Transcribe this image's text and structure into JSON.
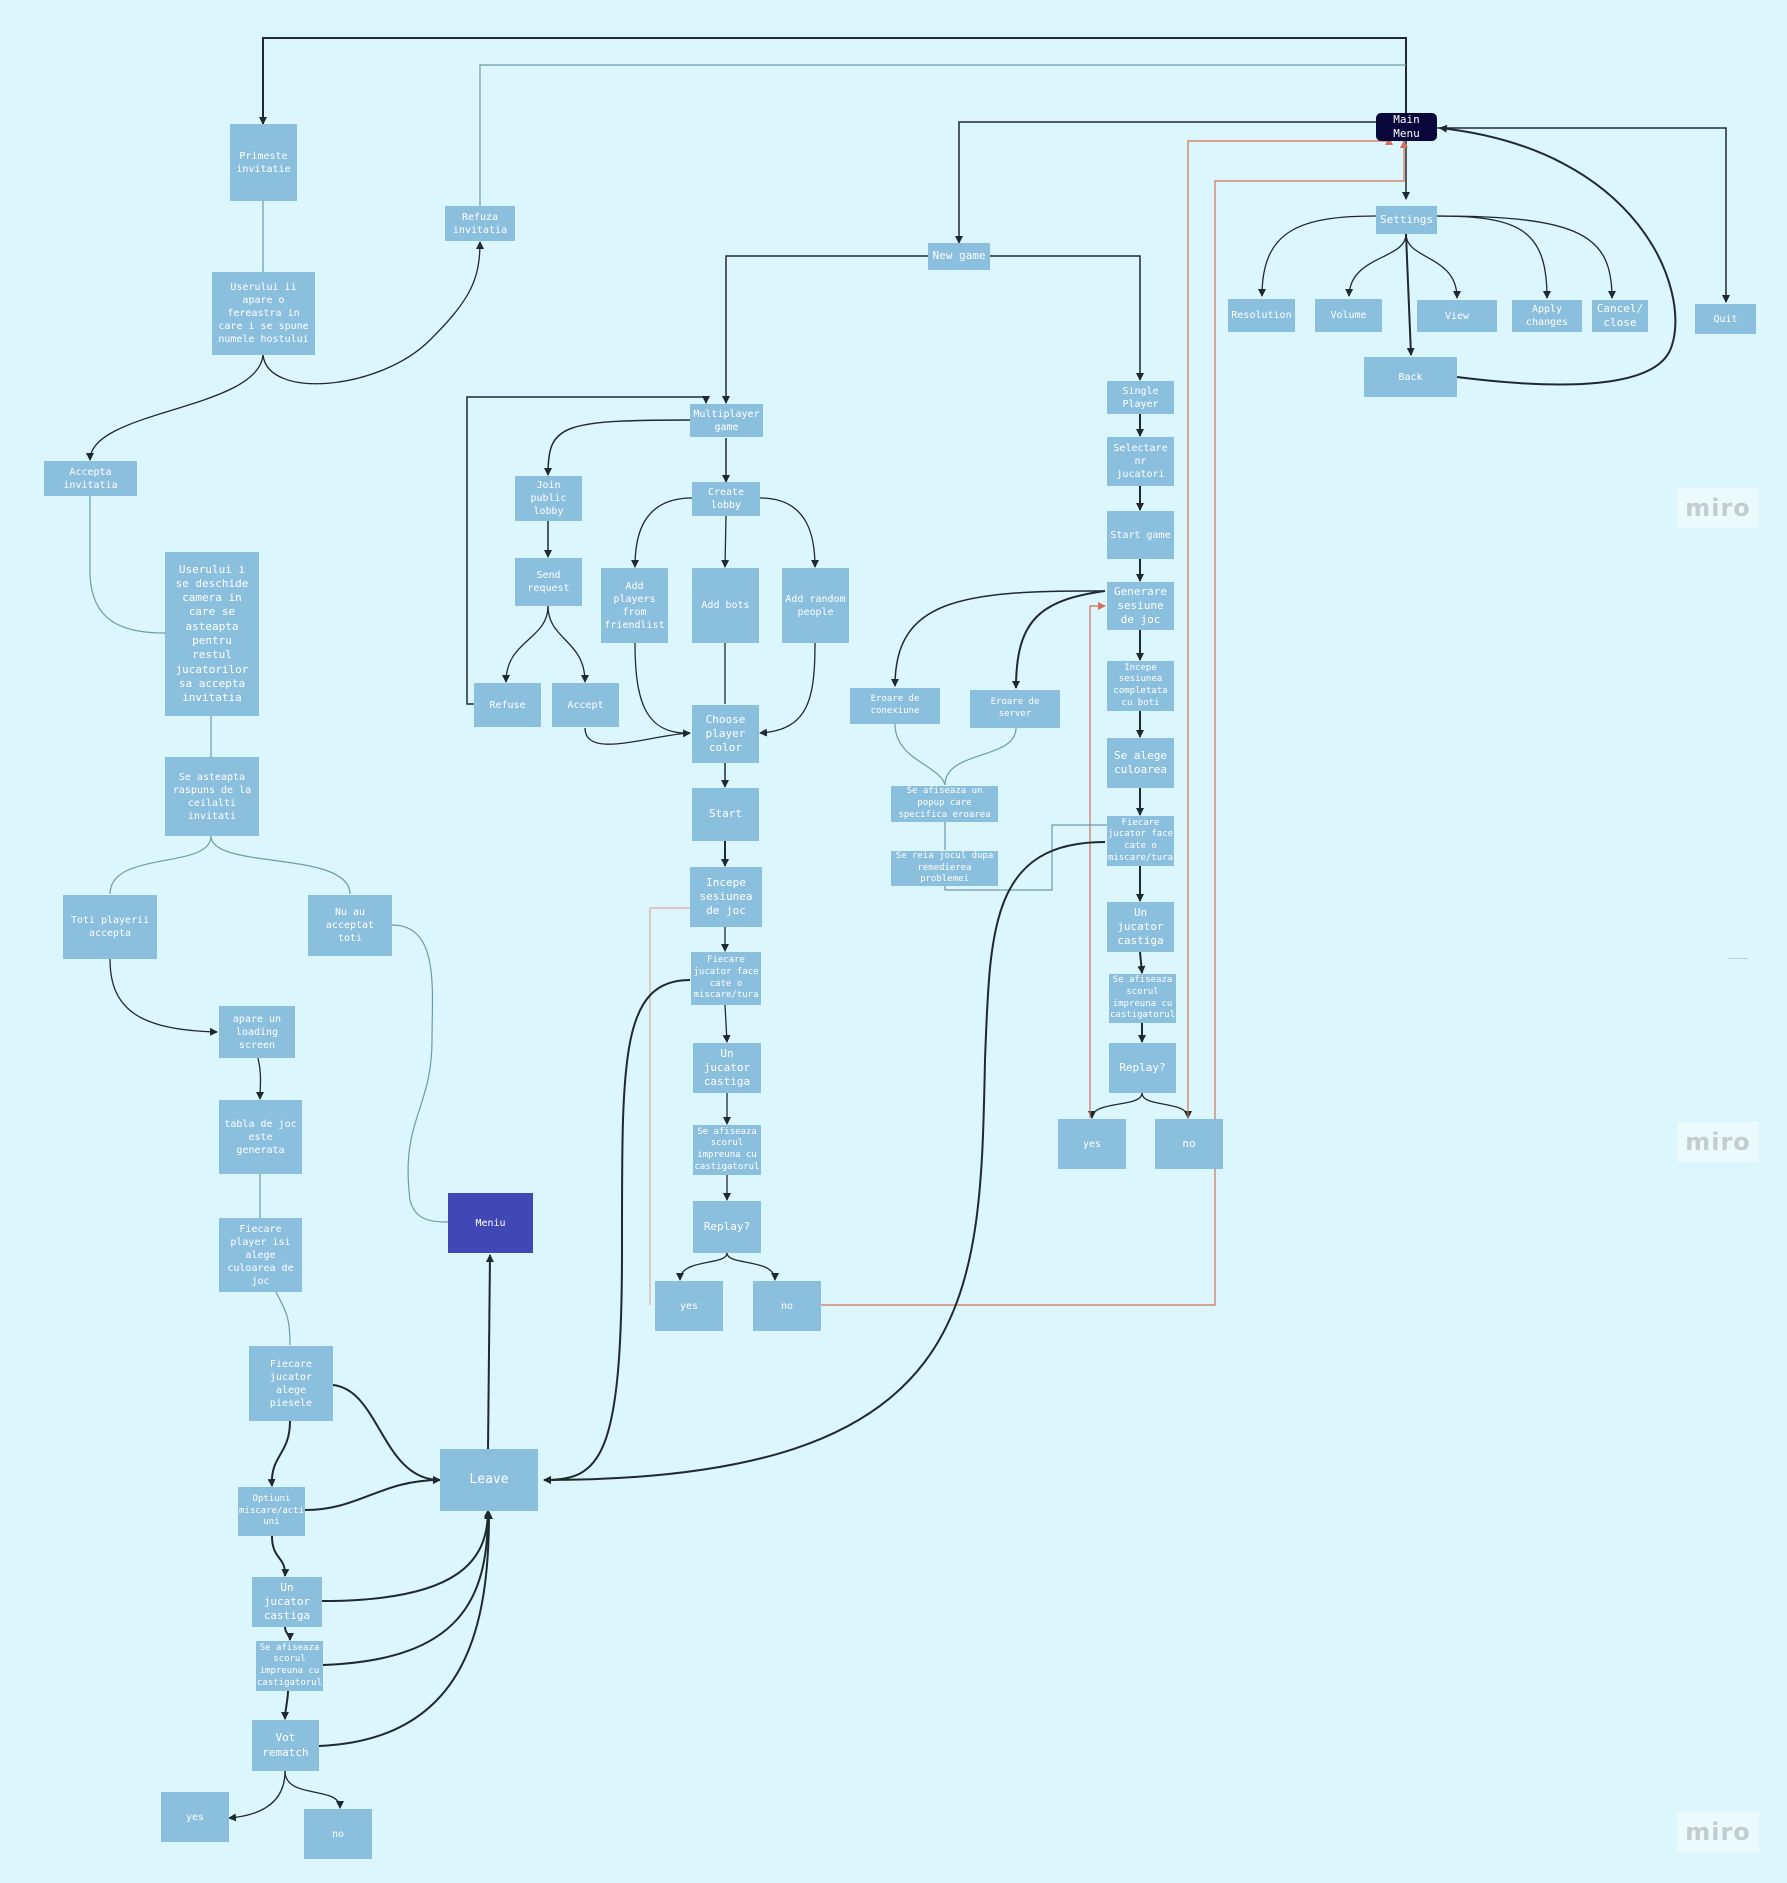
{
  "colors": {
    "background": "#dbf6fc",
    "node": "#8bbfde",
    "node_text": "#ffffff",
    "main_menu": "#08063a",
    "menu_node": "#4148b6",
    "edge_dark": "#1f2a30",
    "edge_light": "#6f9aa8",
    "edge_red": "#d4705a"
  },
  "watermark": "miro",
  "nodes": {
    "main_menu": "Main\nMenu",
    "settings": "Settings",
    "resolution": "Resolution",
    "volume": "Volume",
    "view": "View",
    "apply_changes": "Apply\nchanges",
    "cancel_close": "Cancel/\nclose",
    "back": "Back",
    "quit": "Quit",
    "new_game": "New game",
    "single_player": "Single\nPlayer",
    "selectare_nr_jucatori": "Selectare\nnr\njucatori",
    "start_game": "Start game",
    "generare_sesiune": "Generare\nsesiune\nde joc",
    "eroare_conexiune": "Eroare de\nconexiune",
    "eroare_server": "Eroare de server",
    "popup_eroare": "Se afiseaza un\npopup care\nspecifica eroarea",
    "reia_jocul": "Se reia jocul dupa\nremedierea\nproblemei",
    "sp_incepe_sesiunea": "Incepe\nsesiunea\ncompletata\ncu boti",
    "sp_se_alege_culoarea": "Se alege\nculoarea",
    "sp_fiecare_jucator": "Fiecare\njucator face\ncate o\nmiscare/tura",
    "sp_un_jucator_castiga": "Un\njucator\ncastiga",
    "sp_afiseaza_scorul": "Se afiseaza\nscorul\nimpreuna cu\ncastigatorul",
    "sp_replay": "Replay?",
    "sp_yes": "yes",
    "sp_no": "no",
    "multiplayer_game": "Multiplayer\ngame",
    "join_public_lobby": "Join\npublic\nlobby",
    "send_request": "Send\nrequest",
    "refuse": "Refuse",
    "accept": "Accept",
    "create_lobby": "Create\nlobby",
    "add_players_friendlist": "Add\nplayers\nfrom\nfriendlist",
    "add_bots": "Add bots",
    "add_random_people": "Add random\npeople",
    "choose_player_color": "Choose\nplayer\ncolor",
    "start": "Start",
    "mp_incepe_sesiunea": "Incepe\nsesiunea\nde joc",
    "mp_fiecare_jucator": "Fiecare\njucator face\ncate o\nmiscare/tura",
    "mp_un_jucator_castiga": "Un\njucator\ncastiga",
    "mp_afiseaza_scorul": "Se afiseaza\nscorul\nimpreuna cu\ncastigatorul",
    "mp_replay": "Replay?",
    "mp_yes": "yes",
    "mp_no": "no",
    "primeste_invitatie": "Primeste\ninvitatie",
    "refuza_invitatia": "Refuza\ninvitatia",
    "fereastra_host": "Userului ii\napare o\nfereastra in\ncare i se spune\nnumele hostului",
    "accepta_invitatia": "Accepta\ninvitatia",
    "camera_asteptare": "Userului i\nse deschide\ncamera in\ncare se\nasteapta\npentru\nrestul\njucatorilor\nsa accepta\ninvitatia",
    "asteapta_raspuns": "Se asteapta\nraspuns de la\nceilalti\ninvitati",
    "toti_accepta": "Toti playerii\naccepta",
    "nu_au_acceptat": "Nu au\nacceptat\ntoti",
    "loading_screen": "apare un\nloading\nscreen",
    "tabla_generata": "tabla de joc\neste\ngenerata",
    "alege_culoarea_joc": "Fiecare\nplayer isi\nalege\nculoarea de\njoc",
    "alege_piesele": "Fiecare\njucator\nalege\npiesele",
    "optiuni_miscare": "Optiuni\nmiscare/acti\nuni",
    "inv_un_jucator_castiga": "Un\njucator\ncastiga",
    "inv_afiseaza_scorul": "Se afiseaza\nscorul\nimpreuna cu\ncastigatorul",
    "vot_rematch": "Vot\nrematch",
    "inv_yes": "yes",
    "inv_no": "no",
    "meniu": "Meniu",
    "leave": "Leave"
  }
}
